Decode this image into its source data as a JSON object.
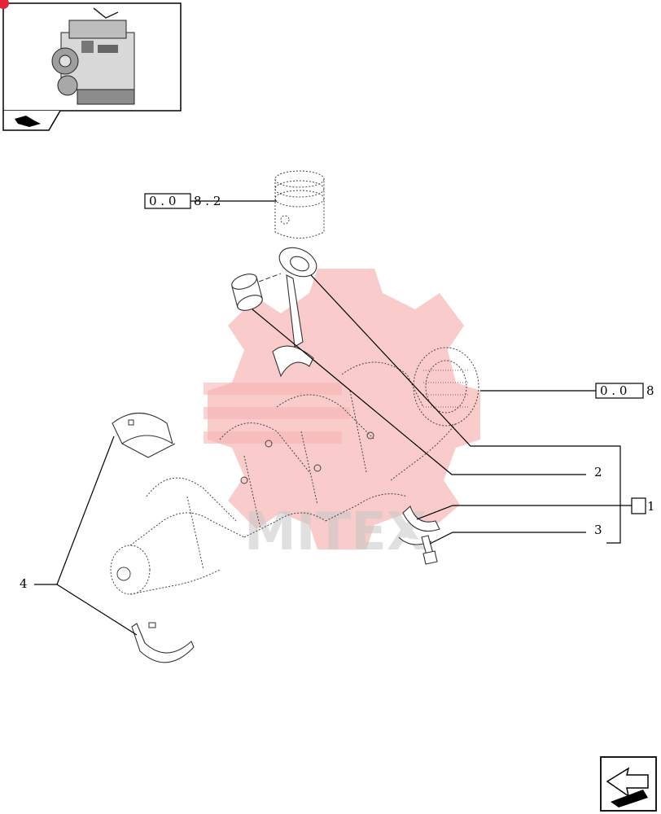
{
  "callouts": {
    "piston_ref": {
      "boxed": "0 . 0",
      "suffix": "8 . 2"
    },
    "flywheel_ref": {
      "boxed": "0 . 0",
      "suffix": "8"
    },
    "item_1": "1",
    "item_2": "2",
    "item_3": "3",
    "item_4": "4"
  },
  "watermark": {
    "text": "MITEX",
    "color": "#f5a0a0"
  },
  "icons": {
    "thumbnail": "engine-thumbnail-icon",
    "nav": "next-page-arrow-icon"
  }
}
